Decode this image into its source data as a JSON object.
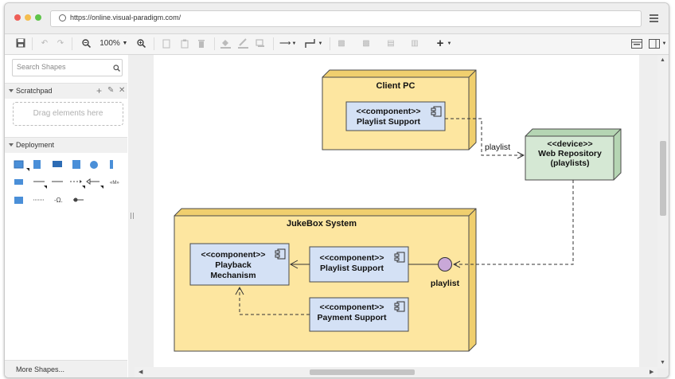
{
  "browser": {
    "url": "https://online.visual-paradigm.com/",
    "traffic_colors": [
      "#ee5e57",
      "#f4bd4f",
      "#5ec449"
    ]
  },
  "toolbar": {
    "zoom_label": "100%",
    "add_label": "+"
  },
  "sidebar": {
    "search_placeholder": "Search Shapes",
    "scratchpad_label": "Scratchpad",
    "dropzone_label": "Drag elements here",
    "deployment_label": "Deployment",
    "more_shapes_label": "More Shapes..."
  },
  "diagram": {
    "client_pc": {
      "title": "Client PC",
      "component_stereotype": "<<component>>",
      "component_name": "Playlist Support"
    },
    "device": {
      "stereotype": "<<device>>",
      "name": "Web Repository",
      "name_line2": "(playlists)"
    },
    "connector_label": "playlist",
    "jukebox": {
      "title": "JukeBox System",
      "playback": {
        "stereotype": "<<component>>",
        "name": "Playback",
        "name_line2": "Mechanism"
      },
      "playlist_support": {
        "stereotype": "<<component>>",
        "name": "Playlist Support"
      },
      "payment_support": {
        "stereotype": "<<component>>",
        "name": "Payment Support"
      },
      "interface_label": "playlist"
    },
    "colors": {
      "node_fill": "#fde6a0",
      "node_border": "#4a4a4a",
      "component_fill": "#d4e1f5",
      "device_fill": "#d5e8d4",
      "interface_fill": "#c9a8d8"
    }
  }
}
